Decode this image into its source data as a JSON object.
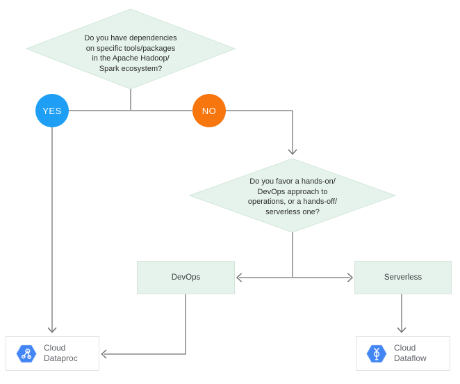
{
  "flowchart": {
    "decision1": {
      "text": "Do you have dependencies\non specific tools/packages\nin the Apache Hadoop/\nSpark ecosystem?"
    },
    "yes_label": "YES",
    "no_label": "NO",
    "decision2": {
      "text": "Do you favor a hands-on/\nDevOps approach to\noperations, or a hands-off/\nserverless one?"
    },
    "option_devops_label": "DevOps",
    "option_serverless_label": "Serverless",
    "result_dataproc": {
      "label": "Cloud\nDataproc",
      "icon": "dataproc-hexagon-icon"
    },
    "result_dataflow": {
      "label": "Cloud\nDataflow",
      "icon": "dataflow-hexagon-icon"
    },
    "colors": {
      "yes_circle": "#1e9ef4",
      "no_circle": "#f7760d",
      "decision_fill": "#e6f3ec",
      "decision_border": "#d2e7da",
      "option_fill": "#e6f3ec",
      "connector_line": "#a6a6a6",
      "arrowhead": "#707070",
      "product_hexagon": "#4285f4",
      "product_text": "#5f6368"
    }
  }
}
